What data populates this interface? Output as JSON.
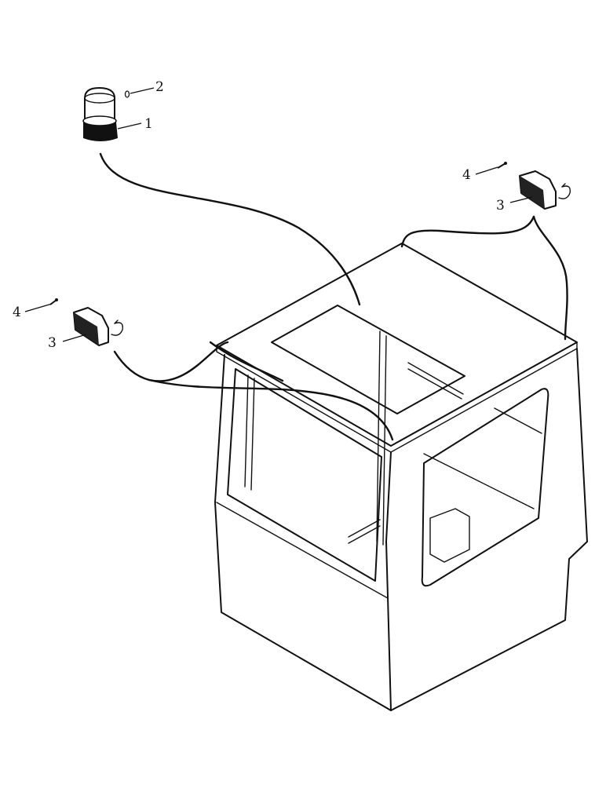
{
  "callouts": {
    "c1": "1",
    "c2": "2",
    "c3a": "3",
    "c3b": "3",
    "c4a": "4",
    "c4b": "4"
  },
  "parts": [
    {
      "number": "1",
      "icon": "beacon-lamp-icon"
    },
    {
      "number": "2",
      "icon": "screw-icon"
    },
    {
      "number": "3",
      "icon": "work-lamp-icon"
    },
    {
      "number": "4",
      "icon": "screw-icon"
    }
  ],
  "colors": {
    "line": "#111111",
    "background": "#ffffff"
  }
}
